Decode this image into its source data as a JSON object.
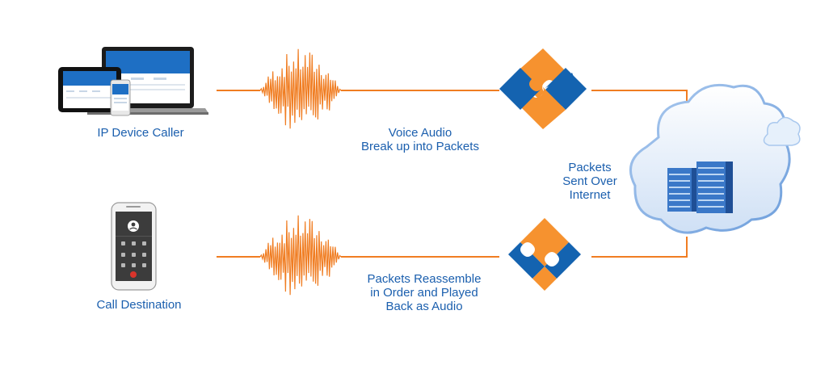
{
  "colors": {
    "orange": "#f07d22",
    "blue": "#1b5fae",
    "puzzle_orange": "#f6922f",
    "puzzle_blue": "#1463b0",
    "cloud": "#dbe8f8",
    "server": "#3a78c8"
  },
  "labels": {
    "caller": "IP Device Caller",
    "destination": "Call Destination",
    "voice_line1": "Voice Audio",
    "voice_line2": "Break up into Packets",
    "internet_line1": "Packets",
    "internet_line2": "Sent Over",
    "internet_line3": "Internet",
    "reassemble_line1": "Packets Reassemble",
    "reassemble_line2": "in Order and Played",
    "reassemble_line3": "Back as Audio"
  },
  "icons": {
    "caller_devices": "devices-icon",
    "destination_phone": "smartphone-icon",
    "top_waveform": "waveform-icon",
    "bottom_waveform": "waveform-icon",
    "split_puzzle": "puzzle-split-icon",
    "joined_puzzle": "puzzle-joined-icon",
    "cloud": "cloud-server-icon"
  }
}
